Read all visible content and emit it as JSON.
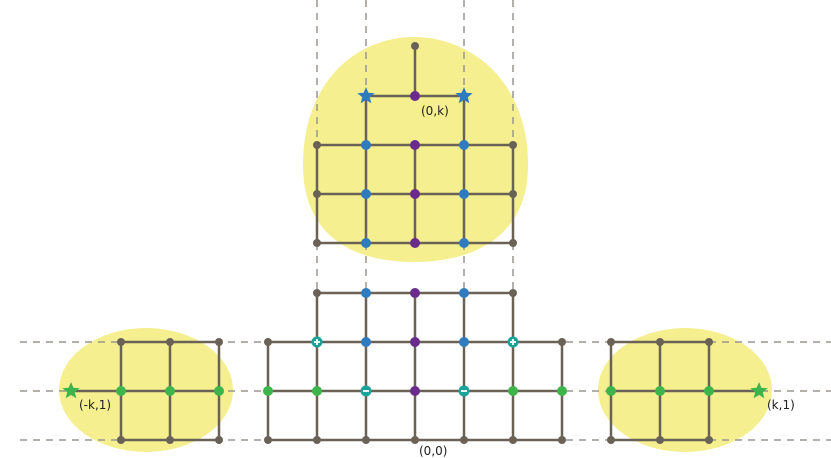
{
  "labels": {
    "top": "(0,k)",
    "left": "(-k,1)",
    "right": "(k,1)",
    "origin": "(0,0)"
  },
  "colors": {
    "highlight": "#f5ef8f",
    "edge": "#6b6257",
    "dash": "#9a958f",
    "grey_node": "#6b6257",
    "blue_node": "#2f7bbf",
    "purple_node": "#6a2c8c",
    "green_node": "#3db54a",
    "teal_node": "#1aa39a",
    "star_blue": "#2f7bbf",
    "star_green": "#3db54a"
  }
}
